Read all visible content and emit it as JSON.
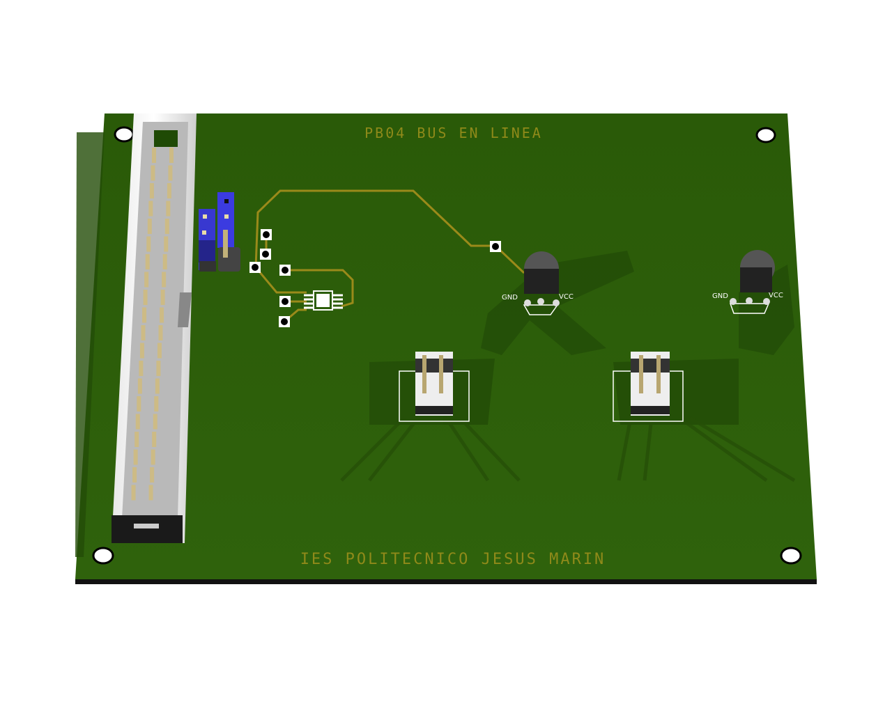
{
  "board": {
    "title_silkscreen": "PB04 BUS EN LINEA",
    "footer_silkscreen": "IES POLITECNICO JESUS MARIN",
    "colors": {
      "pcb": "#2d5e0a",
      "trace": "#9a8a1a",
      "silk_text": "#8f8a1a",
      "jumper": "#3b3bd9"
    },
    "sensors": [
      {
        "gnd_label": "GND",
        "vcc_label": "VCC"
      },
      {
        "gnd_label": "GND",
        "vcc_label": "VCC"
      }
    ],
    "ribbon_header_pin_rows": 20
  }
}
